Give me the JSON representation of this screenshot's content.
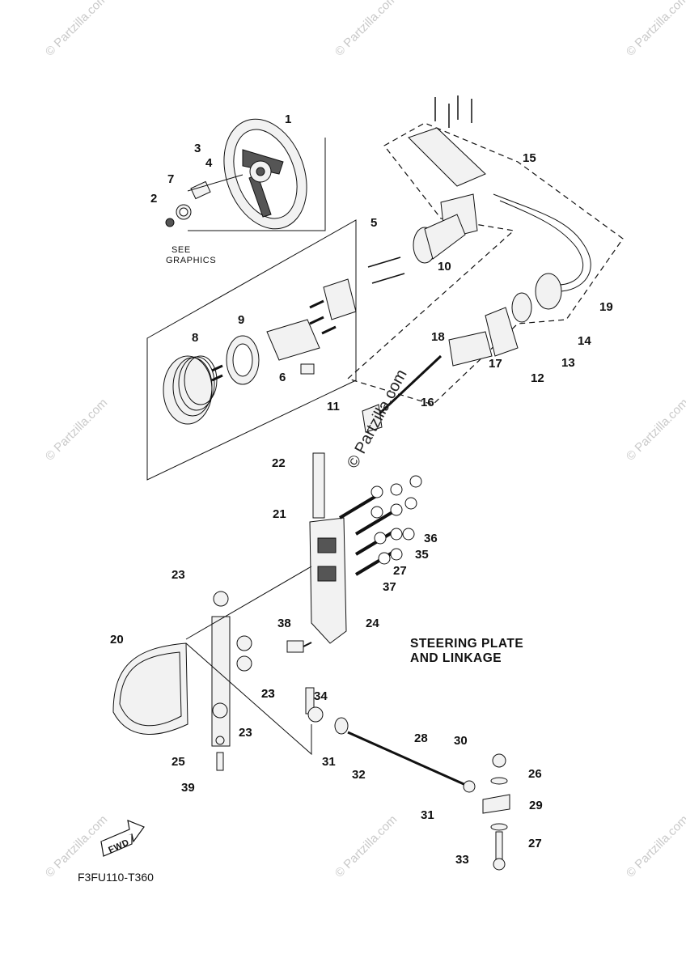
{
  "diagram": {
    "title_line1": "STEERING PLATE",
    "title_line2": "AND LINKAGE",
    "figure_code": "F3FU110-T360",
    "see_graphics_line1": "SEE",
    "see_graphics_line2": "GRAPHICS",
    "fwd_label": "FWD",
    "center_watermark": "© Partzilla.com",
    "corner_watermark": "© Partzilla.com"
  },
  "callouts": [
    "1",
    "2",
    "3",
    "4",
    "5",
    "6",
    "7",
    "8",
    "9",
    "10",
    "11",
    "12",
    "13",
    "14",
    "15",
    "16",
    "17",
    "18",
    "19",
    "20",
    "21",
    "22",
    "23",
    "23",
    "23",
    "23",
    "24",
    "25",
    "26",
    "27",
    "27",
    "28",
    "29",
    "30",
    "31",
    "31",
    "32",
    "33",
    "34",
    "35",
    "36",
    "37",
    "38",
    "39"
  ]
}
